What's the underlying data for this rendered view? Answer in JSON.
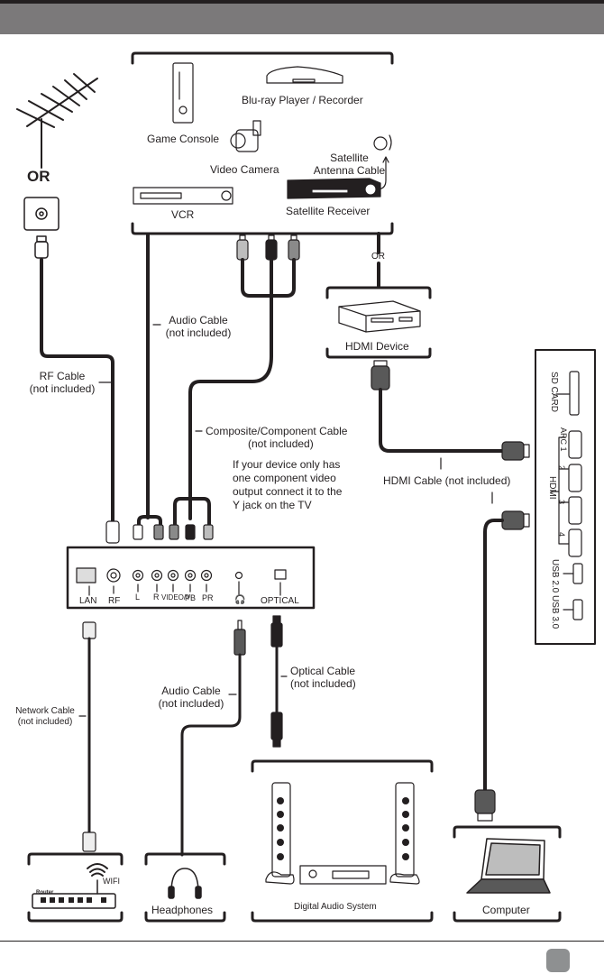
{
  "header": {
    "title": ""
  },
  "sources": {
    "antenna_or": "OR",
    "game_console": "Game Console",
    "bluray": "Blu-ray Player / Recorder",
    "video_camera": "Video Camera",
    "satellite_cable_line1": "Satellite",
    "satellite_cable_line2": "Antenna Cable",
    "vcr": "VCR",
    "satellite_receiver": "Satellite Receiver",
    "or_small": "OR",
    "hdmi_device": "HDMI Device"
  },
  "cables": {
    "rf_line1": "RF Cable",
    "rf_line2": "(not included)",
    "audio_line1": "Audio Cable",
    "audio_line2": "(not included)",
    "composite_line1": "Composite/Component Cable",
    "composite_line2": "(not included)",
    "component_note": [
      "If your device only has",
      "one component video",
      "output connect it to the",
      "Y jack on the TV"
    ],
    "hdmi": "HDMI Cable (not included)",
    "network_line1": "Network Cable",
    "network_line2": "(not included)",
    "audio2_line1": "Audio Cable",
    "audio2_line2": "(not included)",
    "optical_line1": "Optical Cable",
    "optical_line2": "(not included)"
  },
  "tv_rear_panel": {
    "ports": [
      "LAN",
      "RF",
      "L",
      "R",
      "VIDEO/Y",
      "PB",
      "PR",
      "headphone-icon",
      "OPTICAL"
    ]
  },
  "tv_side_panel": {
    "sd_card": "SD CARD",
    "hdmi_label": "HDMI",
    "hdmi_ports": [
      "ARC 1",
      "2",
      "3",
      "4"
    ],
    "usb2": "USB 2.0",
    "usb3": "USB 3.0"
  },
  "destinations": {
    "router_small": "Router",
    "wifi": "WIFI",
    "headphones": "Headphones",
    "digital_audio": "Digital Audio System",
    "computer": "Computer"
  },
  "footer": {
    "page_number": ""
  },
  "colors": {
    "header": "#7b797a",
    "line": "#231f20",
    "badge": "#8e9091",
    "plug_dark": "#595959",
    "plug_mid": "#8a8a8a",
    "plug_light": "#bdbdbd"
  }
}
